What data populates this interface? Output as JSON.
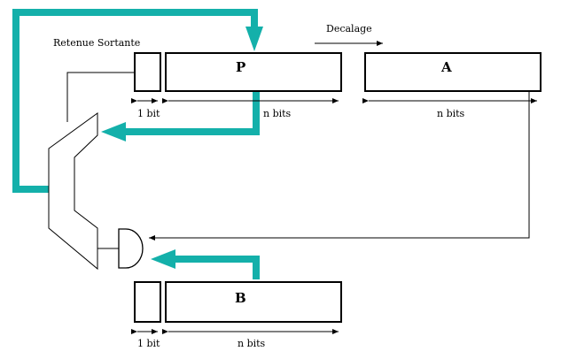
{
  "labels": {
    "retenue": "Retenue Sortante",
    "decalage": "Decalage",
    "p_register": "P",
    "a_register": "A",
    "b_register": "B",
    "carry_width_top": "1 bit",
    "p_width": "n bits",
    "a_width": "n bits",
    "carry_width_bottom": "1 bit",
    "b_width": "n bits"
  },
  "colors": {
    "data_path": "#14b0aa",
    "line": "#000000"
  }
}
